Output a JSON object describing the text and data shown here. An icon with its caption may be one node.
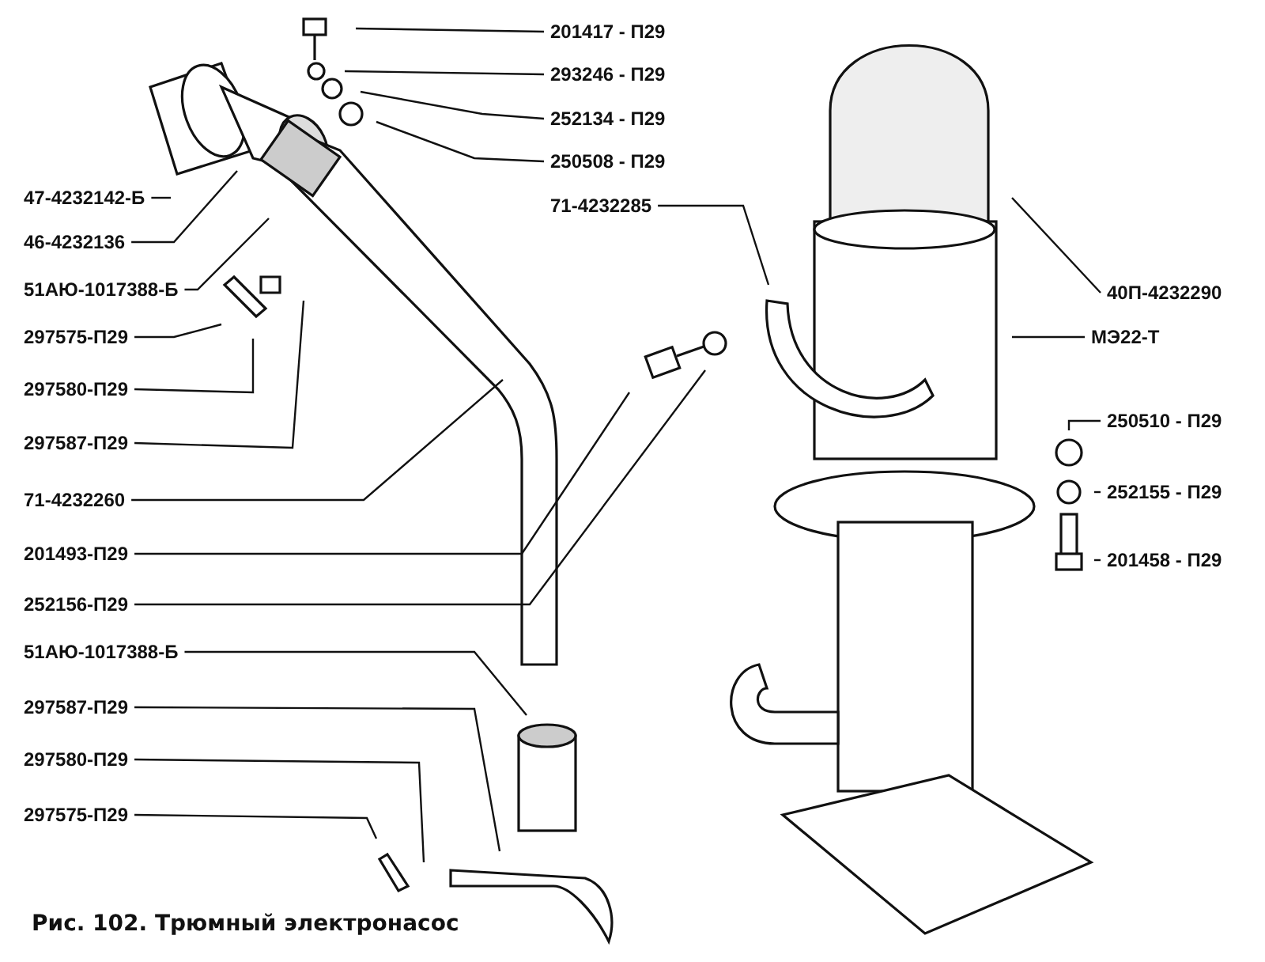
{
  "diagram": {
    "caption": "Рис. 102. Трюмный электронасос",
    "nodes": [
      {
        "text": [
          "201417 - П29"
        ]
      },
      {
        "text": [
          "293246 - П29"
        ]
      },
      {
        "text": [
          "252134 - П29"
        ]
      },
      {
        "text": [
          "250508 - П29"
        ]
      },
      {
        "text": [
          "71-4232285"
        ]
      },
      {
        "text": [
          "40П-4232290"
        ]
      },
      {
        "text": [
          "МЭ22-Т"
        ]
      },
      {
        "text": [
          "250510 - П29"
        ]
      },
      {
        "text": [
          "252155 - П29"
        ]
      },
      {
        "text": [
          "201458 - П29"
        ]
      },
      {
        "text": [
          "47-4232142-Б"
        ]
      },
      {
        "text": [
          "46-4232136"
        ]
      },
      {
        "text": [
          "51АЮ-1017388-Б"
        ]
      },
      {
        "text": [
          "297575-П29"
        ]
      },
      {
        "text": [
          "297580-П29"
        ]
      },
      {
        "text": [
          "297587-П29"
        ]
      },
      {
        "text": [
          "71-4232260"
        ]
      },
      {
        "text": [
          "201493-П29"
        ]
      },
      {
        "text": [
          "252156-П29"
        ]
      },
      {
        "text": [
          "51АЮ-1017388-Б"
        ]
      },
      {
        "text": [
          "297587-П29"
        ]
      },
      {
        "text": [
          "297580-П29"
        ]
      },
      {
        "text": [
          "297575-П29"
        ]
      }
    ],
    "edges": [
      {
        "from": 0,
        "to": null,
        "arrow": "none"
      },
      {
        "from": 1,
        "to": null,
        "arrow": "none"
      },
      {
        "from": 2,
        "to": null,
        "arrow": "none"
      },
      {
        "from": 3,
        "to": null,
        "arrow": "none"
      },
      {
        "from": 4,
        "to": null,
        "arrow": "none"
      },
      {
        "from": 5,
        "to": null,
        "arrow": "none"
      },
      {
        "from": 6,
        "to": null,
        "arrow": "none"
      },
      {
        "from": 7,
        "to": null,
        "arrow": "none"
      },
      {
        "from": 8,
        "to": null,
        "arrow": "none"
      },
      {
        "from": 9,
        "to": null,
        "arrow": "none"
      },
      {
        "from": 10,
        "to": null,
        "arrow": "none"
      },
      {
        "from": 11,
        "to": null,
        "arrow": "none"
      },
      {
        "from": 12,
        "to": null,
        "arrow": "none"
      },
      {
        "from": 13,
        "to": null,
        "arrow": "none"
      },
      {
        "from": 14,
        "to": null,
        "arrow": "none"
      },
      {
        "from": 15,
        "to": null,
        "arrow": "none"
      },
      {
        "from": 16,
        "to": null,
        "arrow": "none"
      },
      {
        "from": 17,
        "to": null,
        "arrow": "none"
      },
      {
        "from": 18,
        "to": null,
        "arrow": "none"
      },
      {
        "from": 19,
        "to": null,
        "arrow": "none"
      },
      {
        "from": 20,
        "to": null,
        "arrow": "none"
      },
      {
        "from": 21,
        "to": null,
        "arrow": "none"
      },
      {
        "from": 22,
        "to": null,
        "arrow": "none"
      }
    ]
  }
}
